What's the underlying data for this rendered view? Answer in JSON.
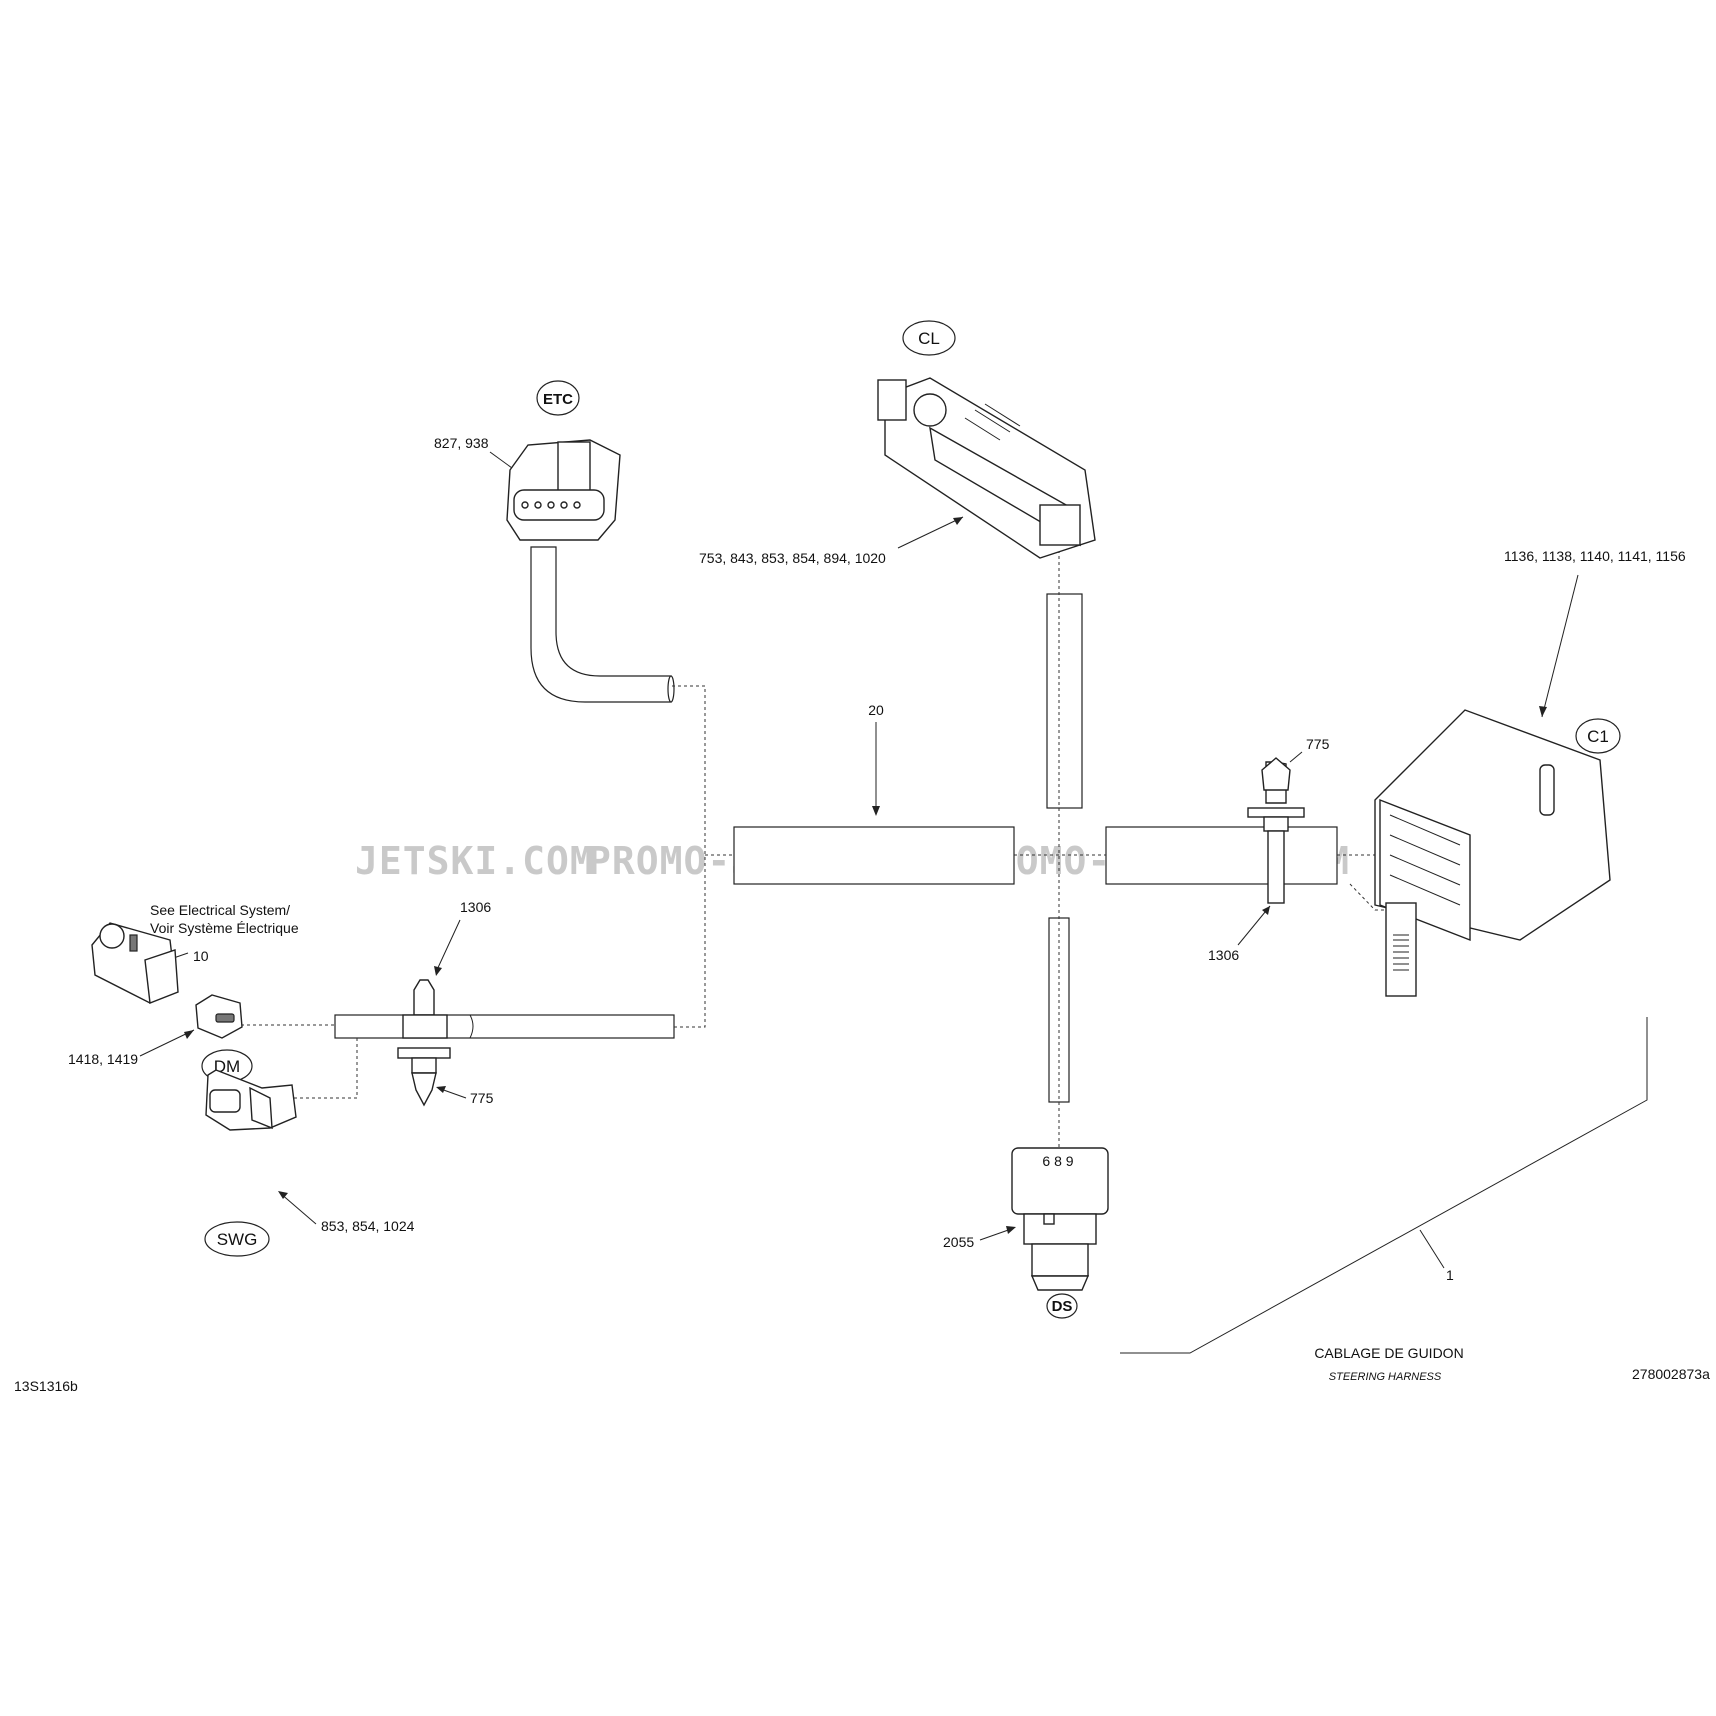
{
  "codes": {
    "left": "13S1316b",
    "right": "278002873a"
  },
  "title": {
    "french": "CABLAGE DE GUIDON",
    "english": "STEERING HARNESS"
  },
  "note": {
    "line1": "See Electrical System/",
    "line2": "Voir Système Électrique"
  },
  "watermarks": [
    "JETSKI.COM",
    "PROMO-JETSKI.COM",
    "PROMO-JETSKI.COM"
  ],
  "connectors": {
    "etc": "ETC",
    "cl": "CL",
    "c1": "C1",
    "dm": "DM",
    "swg": "SWG",
    "ds": "DS"
  },
  "callouts": {
    "etc_parts": "827, 938",
    "cl_parts": "753, 843, 853, 854, 894, 1020",
    "c1_parts": "1136, 1138, 1140, 1141, 1156",
    "harness_sleeve": "20",
    "clip_right_top": "775",
    "clip_right_bottom": "1306",
    "note_part": "10",
    "dm_parts": "1418, 1419",
    "clip_left_top": "1306",
    "clip_left_bottom": "775",
    "swg_parts": "853, 854, 1024",
    "ds_part": "2055",
    "harness": "1"
  },
  "ds_marking": "6 8 9"
}
